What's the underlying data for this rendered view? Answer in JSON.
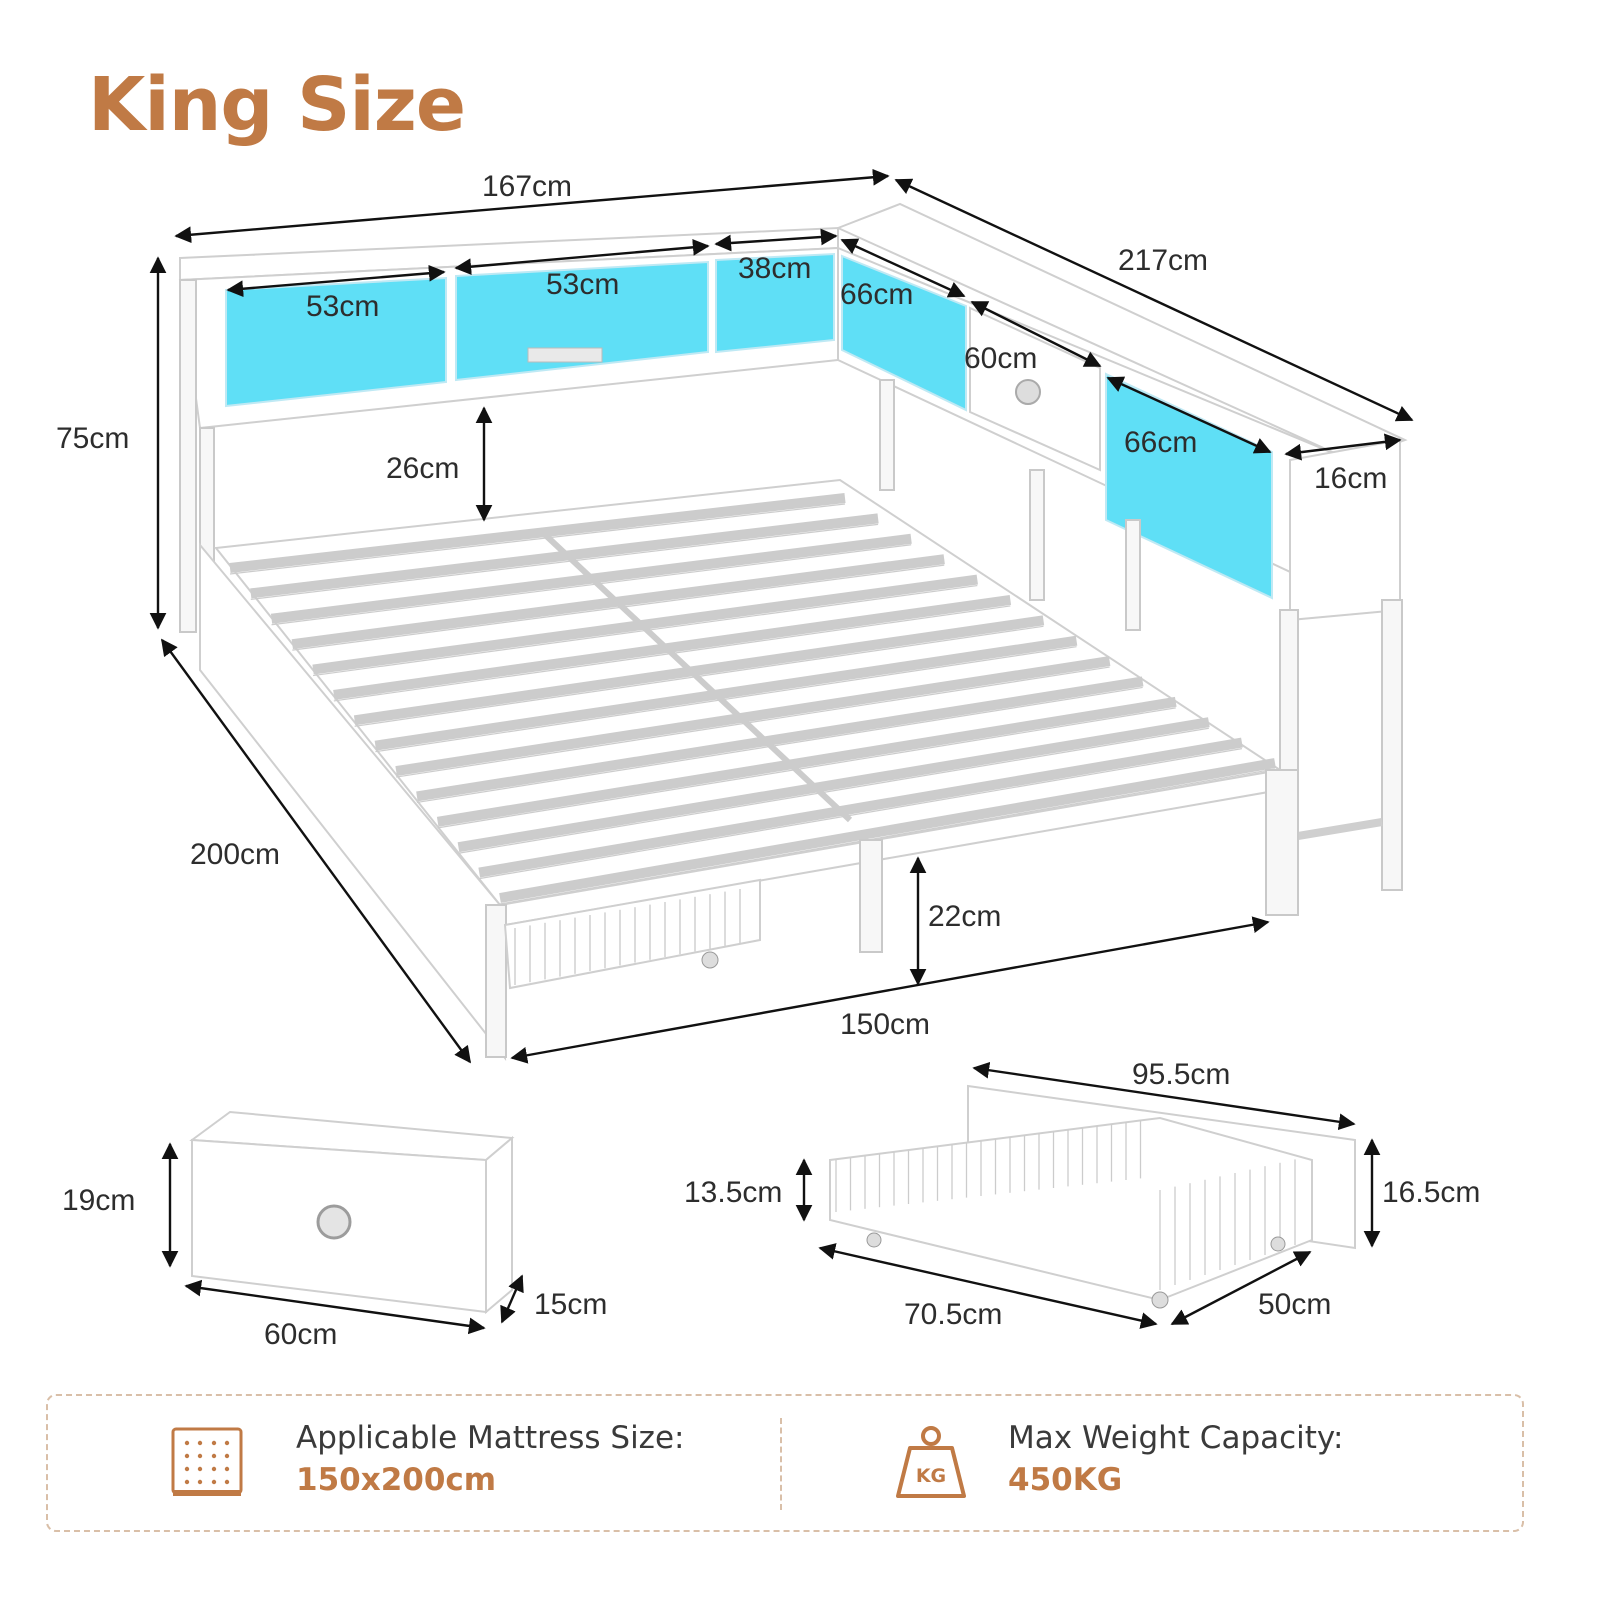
{
  "title": "King Size",
  "colors": {
    "accent": "#c07a45",
    "led": "#5fdff6",
    "frame": "#ffffff"
  },
  "dimensions": {
    "top_width": "167cm",
    "side_length": "217cm",
    "shelf_1": "53cm",
    "shelf_2": "53cm",
    "shelf_3": "38cm",
    "shelf_4": "66cm",
    "drawer_gap": "60cm",
    "shelf_5": "66cm",
    "side_depth": "16cm",
    "height": "75cm",
    "headboard_clearance": "26cm",
    "bed_length": "200cm",
    "under_clearance": "22cm",
    "bed_width": "150cm"
  },
  "small_drawer": {
    "height": "19cm",
    "width": "60cm",
    "depth": "15cm"
  },
  "basket_drawer": {
    "length": "95.5cm",
    "basket_height": "13.5cm",
    "front_height": "16.5cm",
    "basket_length": "70.5cm",
    "depth": "50cm"
  },
  "info": {
    "mattress_label": "Applicable Mattress Size:",
    "mattress_value": "150x200cm",
    "mattress_icon": "mattress-icon",
    "weight_label": "Max Weight Capacity:",
    "weight_value": "450KG",
    "weight_icon": "weight-kg-icon",
    "weight_icon_text": "KG"
  }
}
